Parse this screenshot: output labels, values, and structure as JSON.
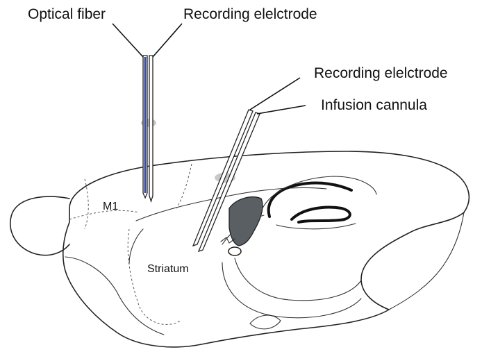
{
  "labels": {
    "optical_fiber": "Optical fiber",
    "recording_electrode_top": "Recording elelctrode",
    "recording_electrode_right": "Recording elelctrode",
    "infusion_cannula": "Infusion cannula",
    "m1": "M1",
    "striatum": "Striatum"
  },
  "colors": {
    "fiber": "#3a4fa0",
    "ventricle": "#5a5f63",
    "injection_spot": "#c9c9c9",
    "line": "#222222"
  }
}
